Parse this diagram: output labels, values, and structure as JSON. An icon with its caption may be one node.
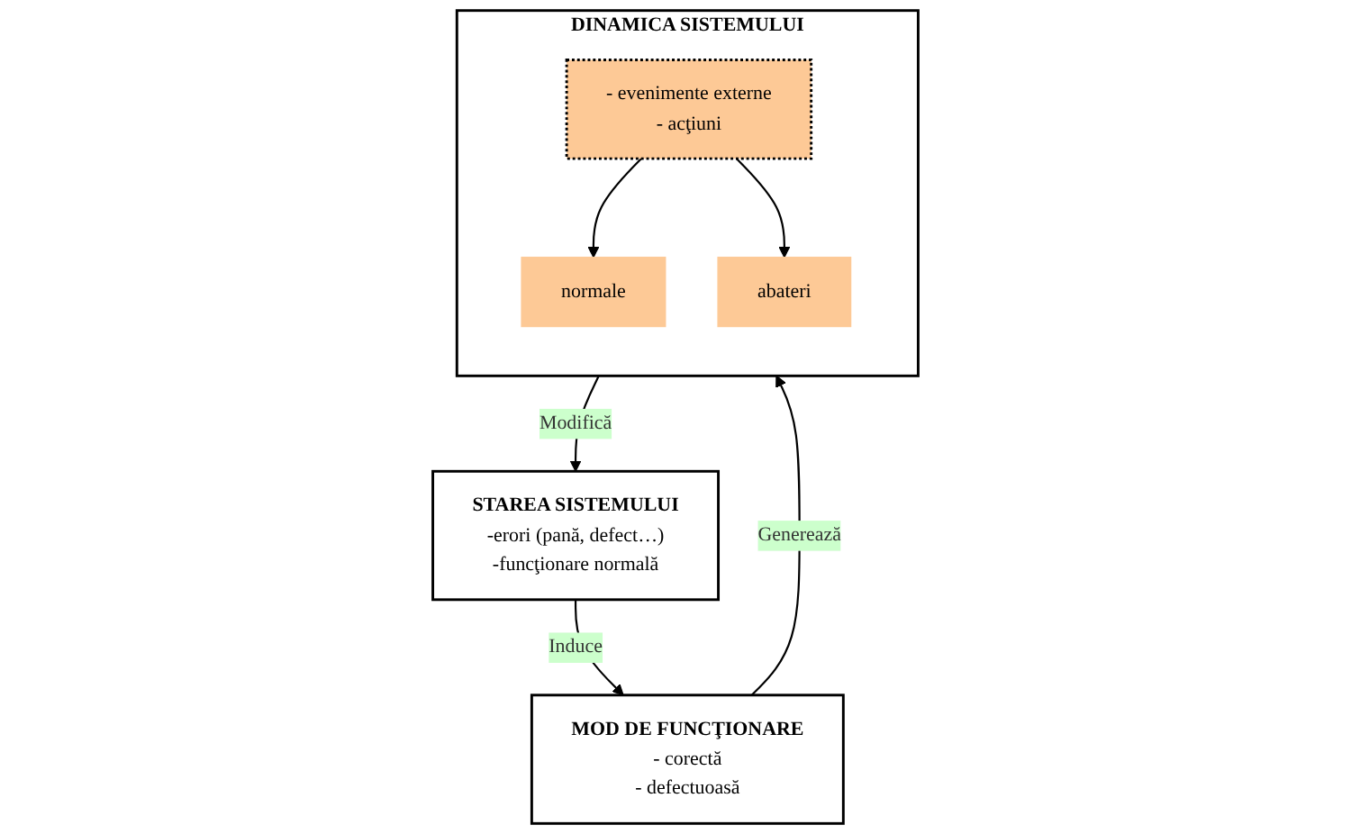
{
  "diagram": {
    "nodes": [
      {
        "text": [
          "STAREA SISTEMULUI",
          "-erori (pană, defect…)",
          "-funcţionare normală"
        ]
      },
      {
        "text": [
          "MOD DE FUNCŢIONARE",
          "- corectă",
          "- defectuoasă"
        ]
      },
      {
        "text": [
          "DINAMICA SISTEMULUI"
        ]
      },
      {
        "text": [
          "- evenimente externe",
          "- acţiuni"
        ],
        "in": 2
      },
      {
        "text": [
          "normale"
        ],
        "in": 2
      },
      {
        "text": [
          "abateri"
        ],
        "in": 2
      }
    ],
    "edges": [
      {
        "from": 0,
        "to": 1,
        "arrow": "to",
        "label": "Induce"
      },
      {
        "from": 1,
        "to": 2,
        "arrow": "to",
        "label": "Generează"
      },
      {
        "from": 2,
        "to": 0,
        "arrow": "to",
        "label": "Modifică"
      },
      {
        "from": 3,
        "to": 4,
        "arrow": "to"
      },
      {
        "from": 3,
        "to": 5,
        "arrow": "to"
      }
    ]
  }
}
